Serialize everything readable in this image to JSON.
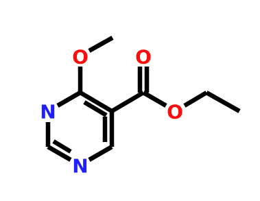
{
  "molecule": {
    "atoms": {
      "o_methoxy": "O",
      "o_carbonyl": "O",
      "o_ester": "O",
      "n1": "N",
      "n3": "N"
    }
  },
  "colors": {
    "bond": "#000000",
    "oxygen": "#ff0d0d",
    "nitrogen": "#1f1fff",
    "background": "#ffffff"
  }
}
